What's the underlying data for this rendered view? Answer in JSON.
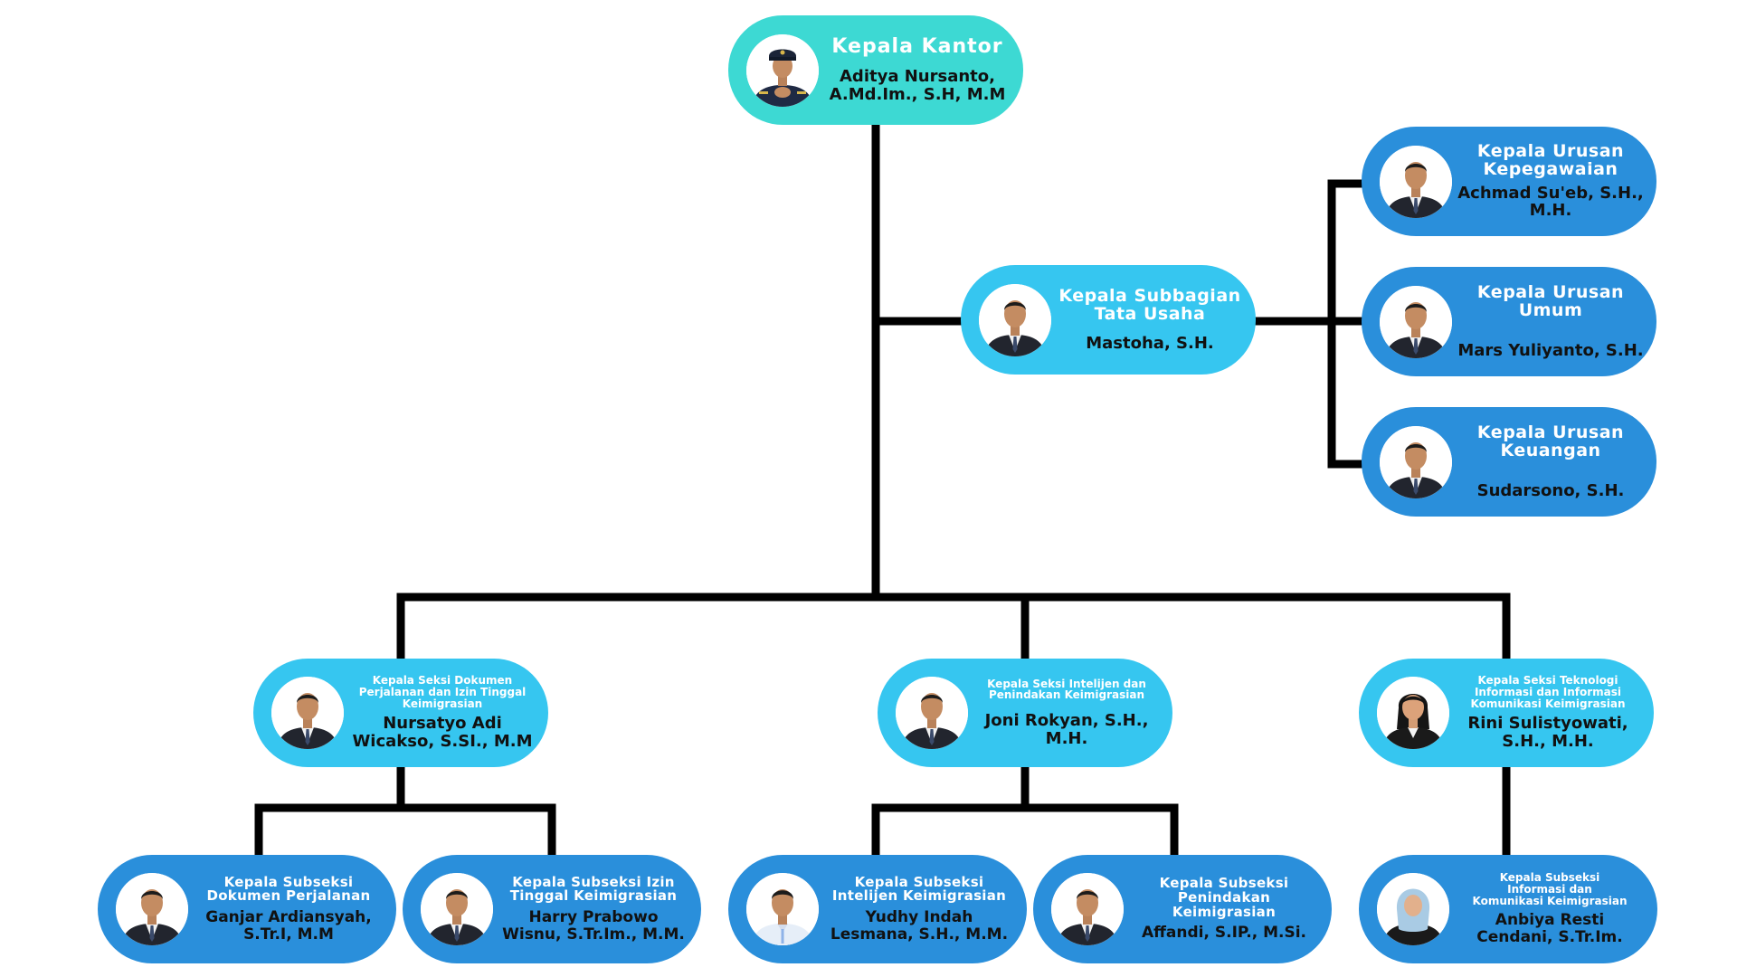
{
  "chart_data": {
    "type": "org-chart",
    "colors": {
      "head": "#3dd9d3",
      "level2": "#36c6f0",
      "level3": "#2a8fdb",
      "connector": "#000000",
      "title_text": "#ffffff",
      "name_text": "#111111"
    },
    "nodes": {
      "kepala_kantor": {
        "title": "Kepala Kantor",
        "name": "Aditya Nursanto,\nA.Md.Im., S.H, M.M",
        "icon": "person-uniform-icon"
      },
      "subbag_tu": {
        "title": "Kepala Subbagian\nTata Usaha",
        "name": "Mastoha, S.H.",
        "icon": "person-suit-icon"
      },
      "urusan_kepegawaian": {
        "title": "Kepala Urusan\nKepegawaian",
        "name": "Achmad Su'eb, S.H.,\nM.H.",
        "icon": "person-suit-icon"
      },
      "urusan_umum": {
        "title": "Kepala Urusan\nUmum",
        "name": "Mars Yuliyanto, S.H.",
        "icon": "person-suit-icon"
      },
      "urusan_keuangan": {
        "title": "Kepala Urusan\nKeuangan",
        "name": "Sudarsono, S.H.",
        "icon": "person-suit-icon"
      },
      "seksi_dokumen": {
        "title": "Kepala Seksi Dokumen\nPerjalanan dan Izin Tinggal\nKeimigrasian",
        "name": "Nursatyo Adi\nWicakso, S.SI., M.M",
        "icon": "person-suit-icon"
      },
      "seksi_intelijen": {
        "title": "Kepala Seksi Intelijen dan\nPenindakan Keimigrasian",
        "name": "Joni Rokyan, S.H.,\nM.H.",
        "icon": "person-suit-icon"
      },
      "seksi_tik": {
        "title": "Kepala Seksi Teknologi\nInformasi dan Informasi\nKomunikasi Keimigrasian",
        "name": "Rini Sulistyowati,\nS.H., M.H.",
        "icon": "person-woman-icon"
      },
      "subseksi_dokumen": {
        "title": "Kepala Subseksi\nDokumen Perjalanan",
        "name": "Ganjar Ardiansyah,\nS.Tr.I, M.M",
        "icon": "person-suit-icon"
      },
      "subseksi_izin_tinggal": {
        "title": "Kepala Subseksi Izin\nTinggal Keimigrasian",
        "name": "Harry Prabowo\nWisnu, S.Tr.Im., M.M.",
        "icon": "person-suit-icon"
      },
      "subseksi_intelijen": {
        "title": "Kepala Subseksi\nIntelijen Keimigrasian",
        "name": "Yudhy Indah\nLesmana, S.H., M.M.",
        "icon": "person-shirt-icon"
      },
      "subseksi_penindakan": {
        "title": "Kepala Subseksi\nPenindakan\nKeimigrasian",
        "name": "Affandi, S.IP., M.Si.",
        "icon": "person-suit-icon"
      },
      "subseksi_informasi": {
        "title": "Kepala Subseksi\nInformasi dan\nKomunikasi Keimigrasian",
        "name": "Anbiya Resti\nCendani, S.Tr.Im.",
        "icon": "person-hijab-icon"
      }
    }
  }
}
